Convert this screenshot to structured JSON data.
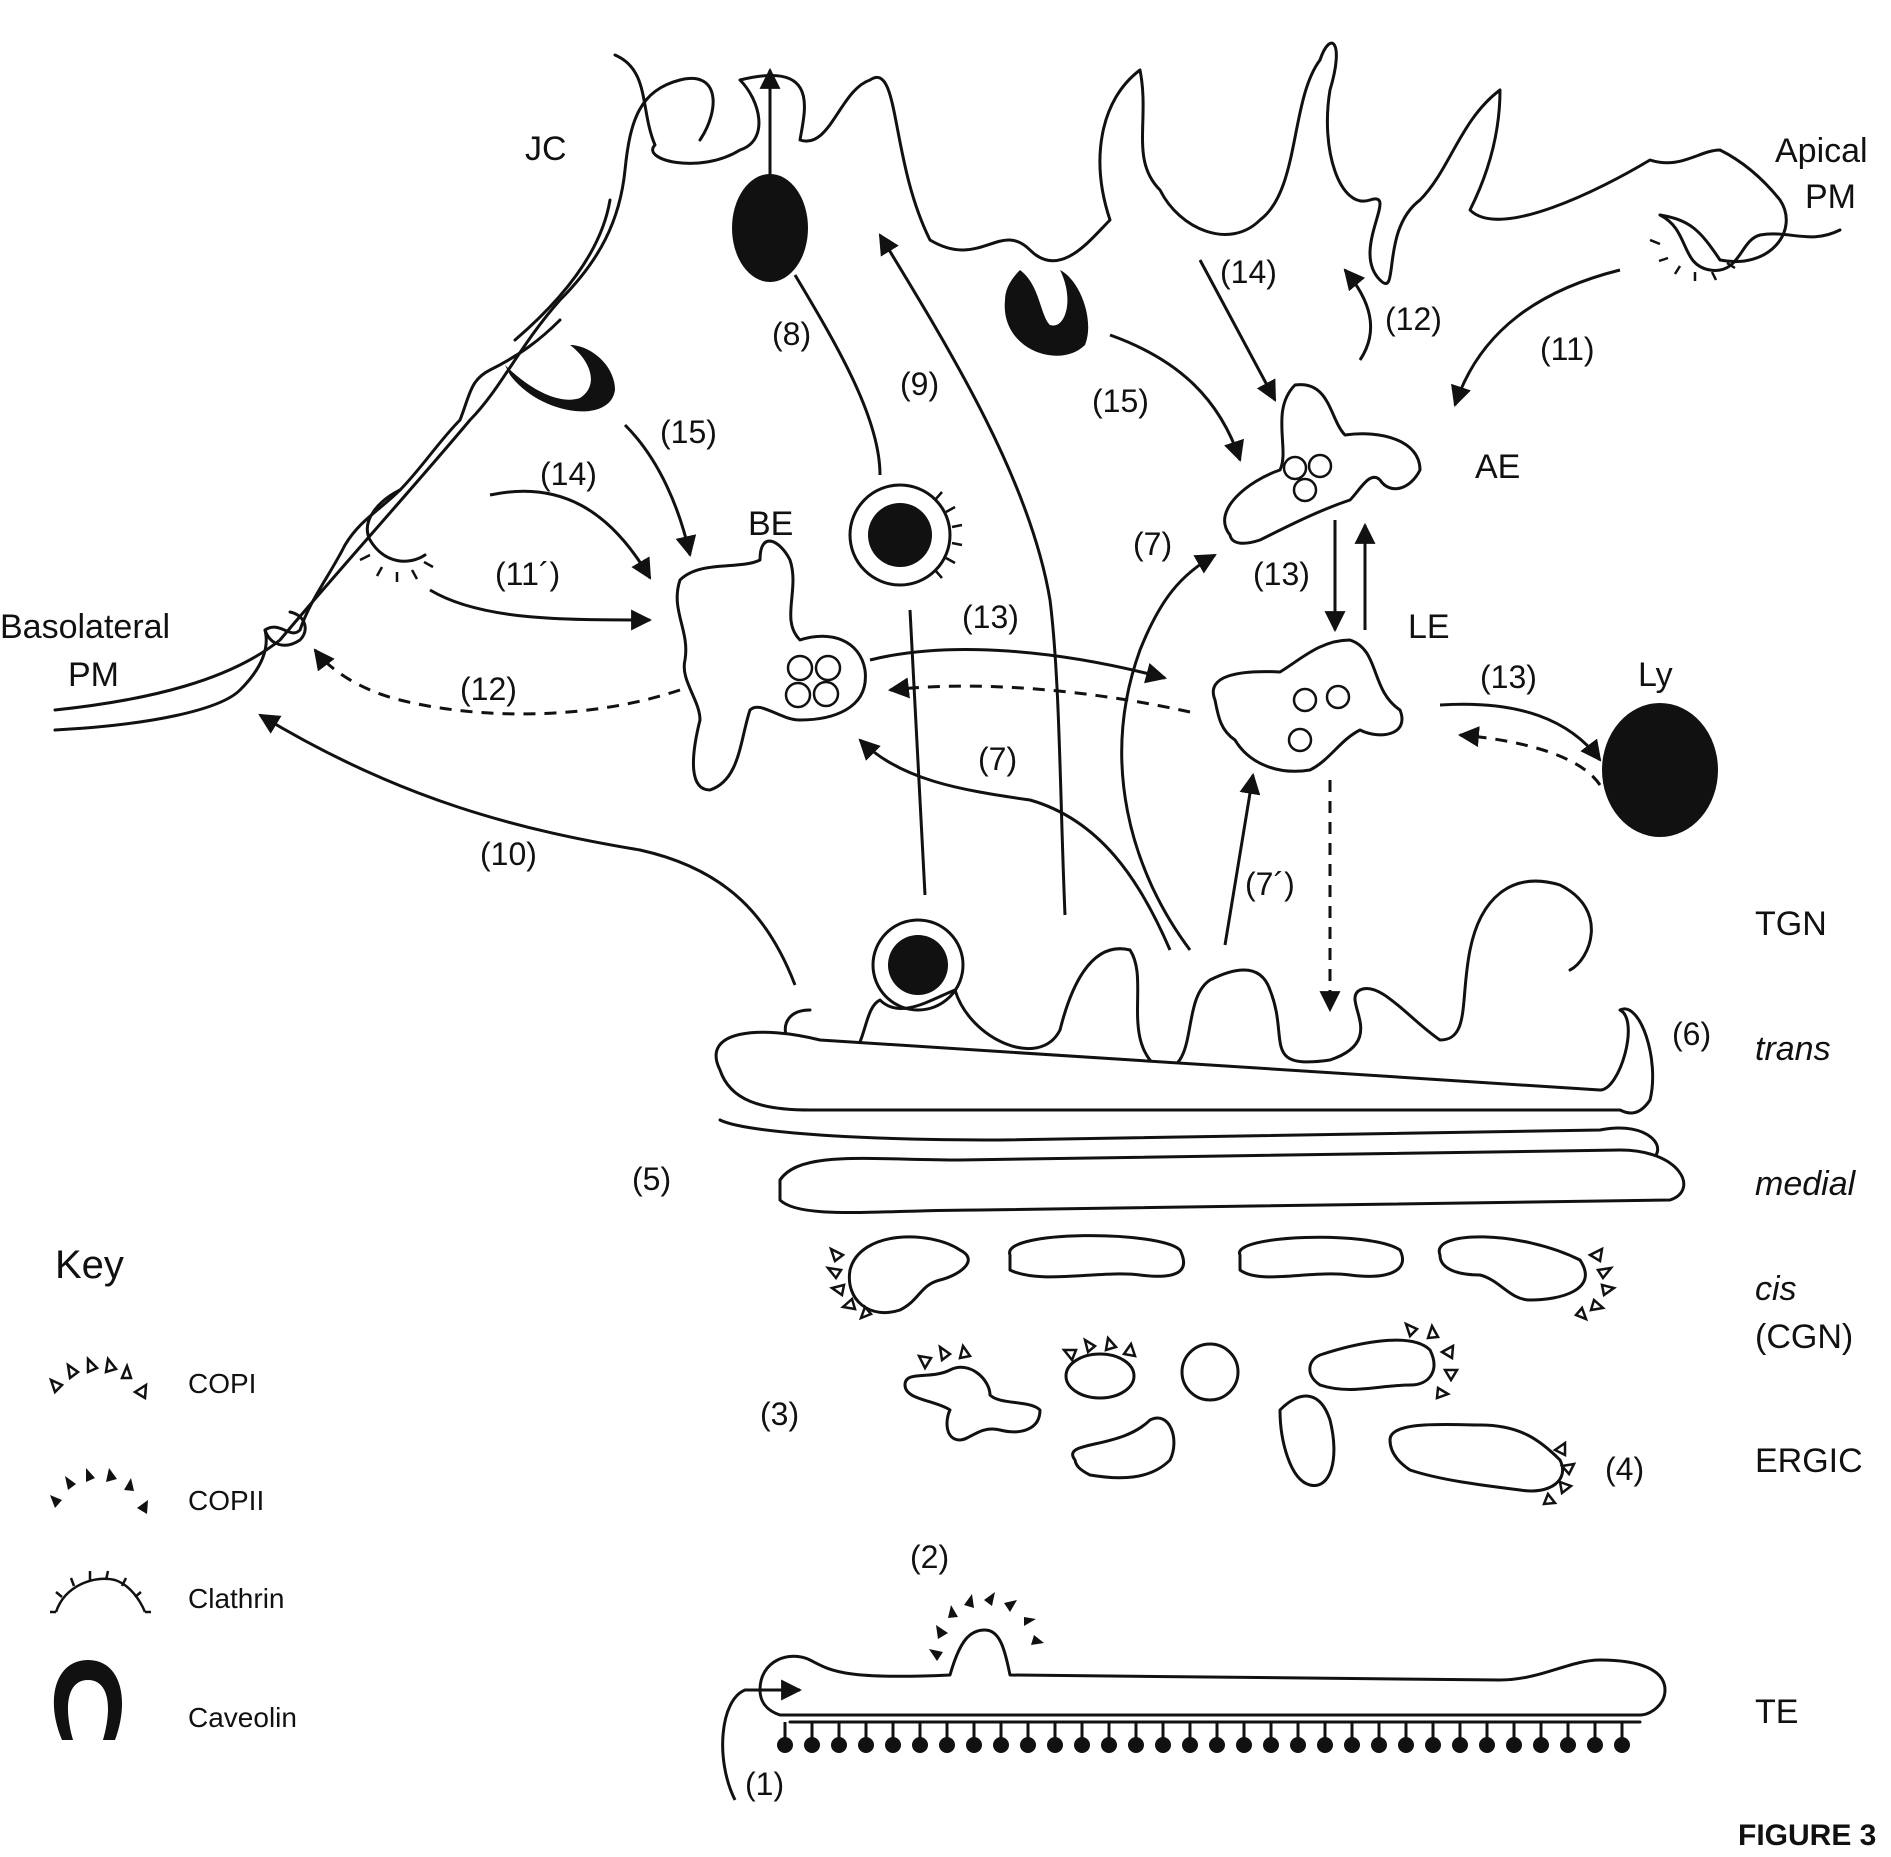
{
  "labels": {
    "jc": "JC",
    "apical_pm_line1": "Apical",
    "apical_pm_line2": "PM",
    "basolateral_pm_line1": "Basolateral",
    "basolateral_pm_line2": "PM",
    "be": "BE",
    "ae": "AE",
    "le": "LE",
    "ly": "Ly",
    "tgn": "TGN",
    "trans": "trans",
    "medial": "medial",
    "cis_line1": "cis",
    "cis_line2": "(CGN)",
    "ergic": "ERGIC",
    "te": "TE"
  },
  "steps": {
    "s1": "(1)",
    "s2": "(2)",
    "s3": "(3)",
    "s4": "(4)",
    "s5": "(5)",
    "s6": "(6)",
    "s7_top": "(7)",
    "s7_mid": "(7)",
    "s7_prime": "(7´)",
    "s8": "(8)",
    "s9": "(9)",
    "s10": "(10)",
    "s11": "(11)",
    "s11_prime": "(11´)",
    "s12_left": "(12)",
    "s12_right": "(12)",
    "s13_center": "(13)",
    "s13_ae": "(13)",
    "s13_ly": "(13)",
    "s14_left": "(14)",
    "s14_right": "(14)",
    "s15_left": "(15)",
    "s15_right": "(15)"
  },
  "key": {
    "title": "Key",
    "copi": "COPI",
    "copii": "COPII",
    "clathrin": "Clathrin",
    "caveolin": "Caveolin"
  },
  "figure_label": "FIGURE 3",
  "icons": [
    "copi-coat-icon",
    "copii-coat-icon",
    "clathrin-coat-icon",
    "caveolin-icon"
  ],
  "colors": {
    "ink": "#111111",
    "paper": "#ffffff"
  }
}
